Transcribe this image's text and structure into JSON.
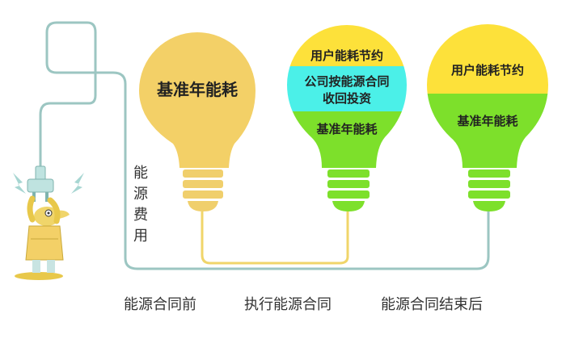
{
  "colors": {
    "wire_gray": "#9cc6c2",
    "wire_yellow": "#f0d56a",
    "bulb_tan": "#f3d067",
    "segment_yellow": "#fde13a",
    "segment_cyan": "#4bf0e8",
    "segment_green": "#7de02b",
    "base_tan": "#f0cf6c",
    "base_green": "#7de02b",
    "text_dark": "#222222"
  },
  "side_label": [
    "能",
    "源",
    "费",
    "用"
  ],
  "stages": [
    {
      "caption": "能源合同前",
      "segments": [
        "基准年能耗"
      ]
    },
    {
      "caption": "执行能源合同",
      "segments": [
        "用户能耗节约",
        "公司按能源合同收回投资",
        "基准年能耗"
      ],
      "segment_lines": [
        [
          "用户能耗节约"
        ],
        [
          "公司按能源合同",
          "收回投资"
        ],
        [
          "基准年能耗"
        ]
      ]
    },
    {
      "caption": "能源合同结束后",
      "segments": [
        "用户能耗节约",
        "基准年能耗"
      ]
    }
  ],
  "icons": [
    "electric-plug-icon",
    "person-figure-icon",
    "spark-icon"
  ]
}
